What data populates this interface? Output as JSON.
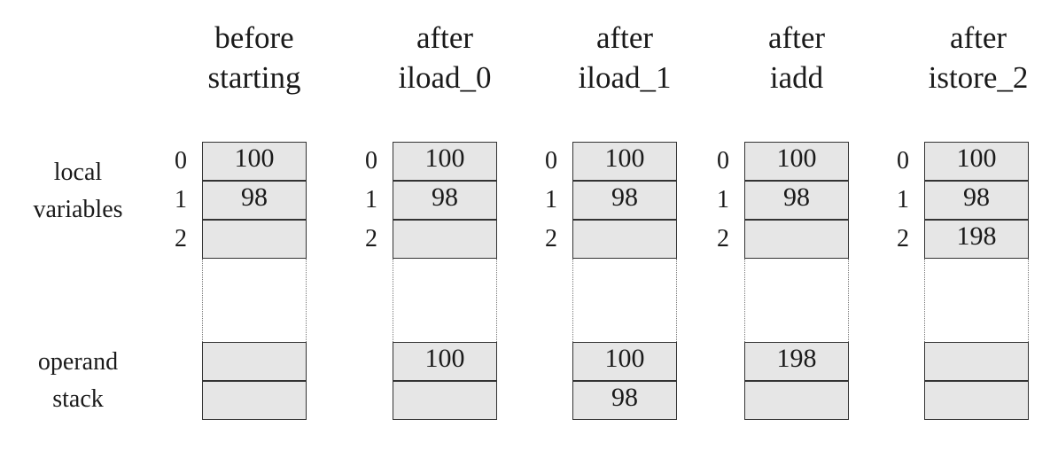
{
  "row_labels": {
    "local_line1": "local",
    "local_line2": "variables",
    "operand_line1": "operand",
    "operand_line2": "stack"
  },
  "columns": [
    {
      "title1": "before",
      "title2": "starting",
      "index": [
        "0",
        "1",
        "2"
      ],
      "locals": [
        "100",
        "98",
        ""
      ],
      "stack": [
        "",
        ""
      ]
    },
    {
      "title1": "after",
      "title2": "iload_0",
      "index": [
        "0",
        "1",
        "2"
      ],
      "locals": [
        "100",
        "98",
        ""
      ],
      "stack": [
        "100",
        ""
      ]
    },
    {
      "title1": "after",
      "title2": "iload_1",
      "index": [
        "0",
        "1",
        "2"
      ],
      "locals": [
        "100",
        "98",
        ""
      ],
      "stack": [
        "100",
        "98"
      ]
    },
    {
      "title1": "after",
      "title2": "iadd",
      "index": [
        "0",
        "1",
        "2"
      ],
      "locals": [
        "100",
        "98",
        ""
      ],
      "stack": [
        "198",
        ""
      ]
    },
    {
      "title1": "after",
      "title2": "istore_2",
      "index": [
        "0",
        "1",
        "2"
      ],
      "locals": [
        "100",
        "98",
        "198"
      ],
      "stack": [
        "",
        ""
      ]
    }
  ]
}
